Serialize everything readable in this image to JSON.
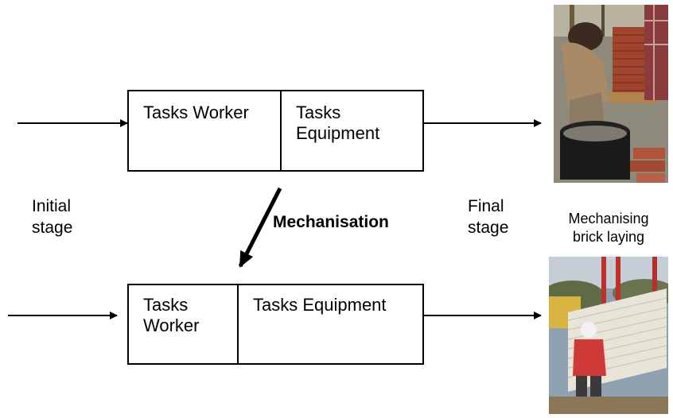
{
  "top_process": {
    "worker_label": "Tasks Worker",
    "equipment_label": "Tasks\nEquipment"
  },
  "bottom_process": {
    "worker_label": "Tasks\nWorker",
    "equipment_label": "Tasks Equipment"
  },
  "labels": {
    "initial_stage": "Initial\nstage",
    "final_stage": "Final\nstage",
    "mechanisation": "Mechanisation",
    "photo_caption": "Mechanising\nbrick laying"
  }
}
